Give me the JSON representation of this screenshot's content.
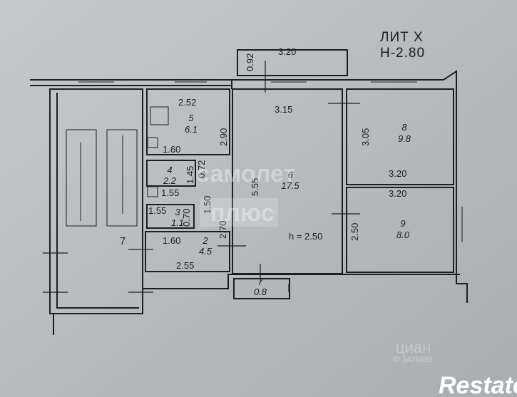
{
  "header": {
    "lit": "ЛИТ  Х",
    "height": "Н-2.80"
  },
  "ceiling_height": "h = 2.50",
  "rooms": [
    {
      "id": "5",
      "area": "6.1"
    },
    {
      "id": "4",
      "area": "2.2"
    },
    {
      "id": "3",
      "area": "1.1"
    },
    {
      "id": "2",
      "area": "4.5"
    },
    {
      "id": "6",
      "area": "17.5"
    },
    {
      "id": "8",
      "area": "9.8"
    },
    {
      "id": "9",
      "area": "8.0"
    },
    {
      "id": "7",
      "area": "0.8"
    },
    {
      "id": "7"
    }
  ],
  "dimensions": {
    "balcony_w": "3.20",
    "balcony_h": "0.92",
    "kitchen_w": "2.52",
    "kitchen_h": "2.90",
    "kitchen_low": "1.60",
    "bath_h": "1.45",
    "bath_w": "1.55",
    "bath_side": "0.72",
    "wc_w": "1.55",
    "wc_h": "0.70",
    "wc_side": "1.50",
    "hall_w": "1.60",
    "hall_h": "2.70",
    "hall_bottom": "2.55",
    "room6_w": "3.15",
    "room6_h": "5.55",
    "room8_h": "3.05",
    "room8_w": "3.20",
    "room9_w": "3.20",
    "room9_h": "2.50"
  },
  "watermarks": {
    "a": "самолет",
    "b": "плюс",
    "c": "циан",
    "c_id": "ID 3429858",
    "logo": "Restate"
  }
}
